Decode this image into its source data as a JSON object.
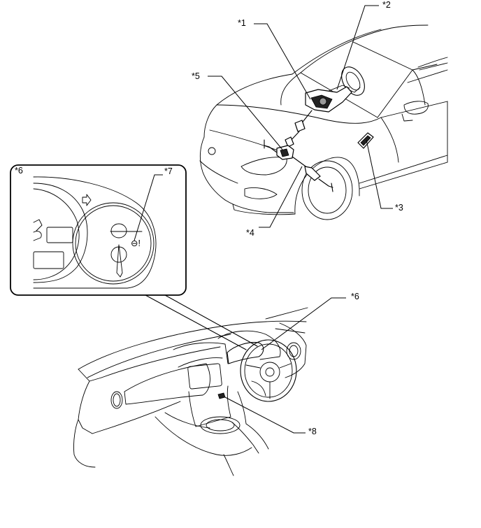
{
  "diagram": {
    "callouts": {
      "c1": "*1",
      "c2": "*2",
      "c3": "*3",
      "c4": "*4",
      "c5": "*5",
      "c6_inset": "*6",
      "c6": "*6",
      "c7": "*7",
      "c8": "*8"
    },
    "warning_symbol": "⊖!"
  }
}
